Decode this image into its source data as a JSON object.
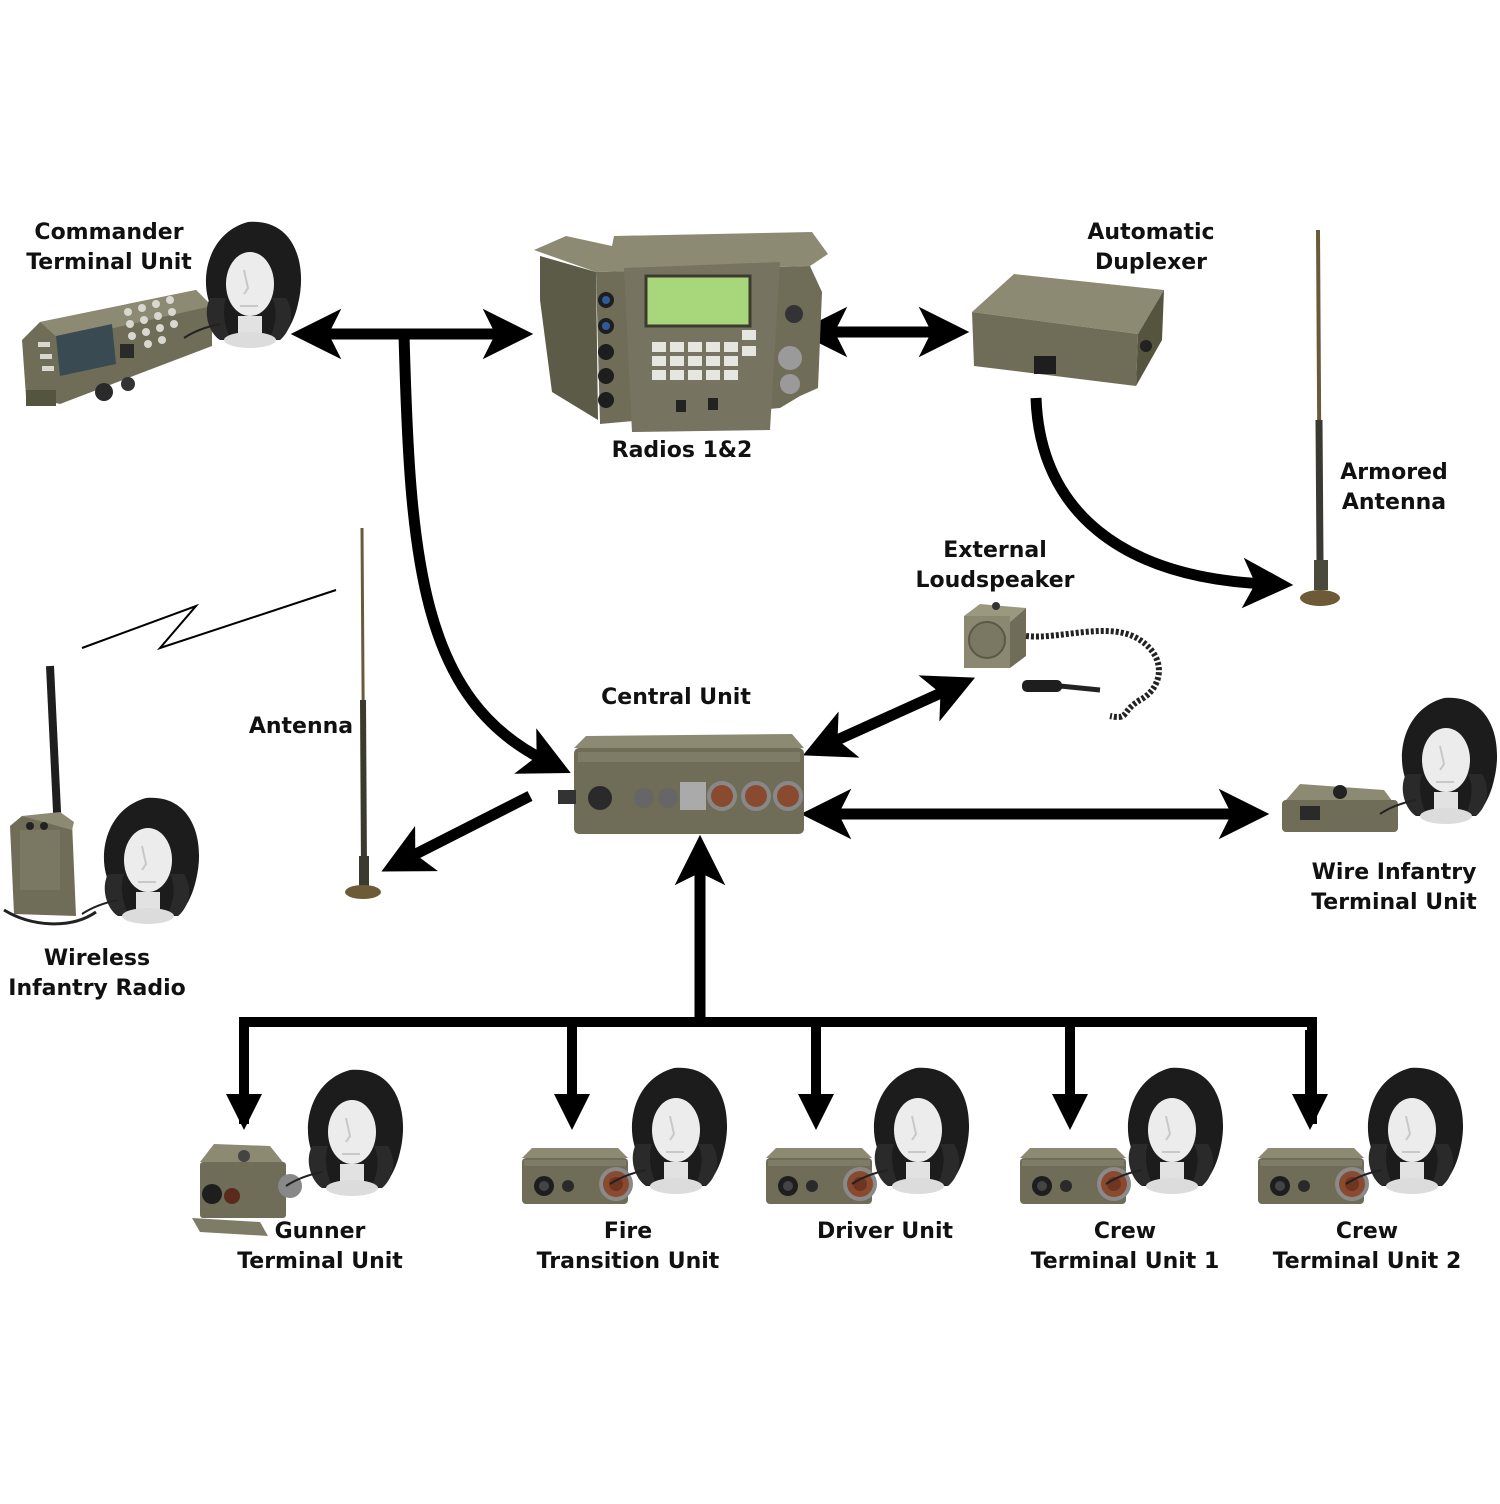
{
  "diagram": {
    "labels": {
      "commander": {
        "line1": "Commander",
        "line2": "Terminal Unit"
      },
      "radios": {
        "line1": "Radios 1&2"
      },
      "duplexer": {
        "line1": "Automatic",
        "line2": "Duplexer"
      },
      "armored_antenna": {
        "line1": "Armored",
        "line2": "Antenna"
      },
      "loudspeaker": {
        "line1": "External",
        "line2": "Loudspeaker"
      },
      "central": {
        "line1": "Central Unit"
      },
      "antenna": {
        "line1": "Antenna"
      },
      "wireless": {
        "line1": "Wireless",
        "line2": "Infantry Radio"
      },
      "wire_infantry": {
        "line1": "Wire Infantry",
        "line2": "Terminal Unit"
      },
      "gunner": {
        "line1": "Gunner",
        "line2": "Terminal Unit"
      },
      "fire": {
        "line1": "Fire",
        "line2": "Transition Unit"
      },
      "driver": {
        "line1": "Driver Unit"
      },
      "crew1": {
        "line1": "Crew",
        "line2": "Terminal Unit 1"
      },
      "crew2": {
        "line1": "Crew",
        "line2": "Terminal Unit 2"
      }
    },
    "colors": {
      "device_olive": "#6f6d58",
      "device_olive_dark": "#4d4c3c",
      "device_olive_light": "#8c8a72",
      "lcd_green": "#a8d67a",
      "helmet_black": "#1c1c1c",
      "mannequin": "#e9e9e9",
      "arrow": "#000000",
      "connector_copper": "#8a4a30"
    }
  }
}
